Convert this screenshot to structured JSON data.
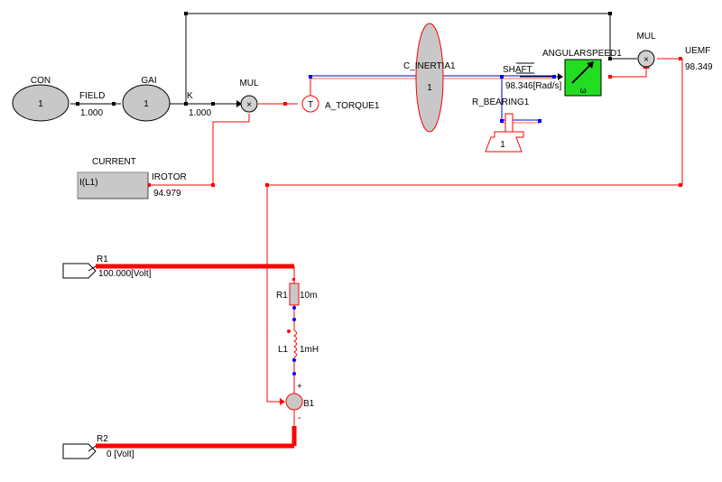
{
  "colors": {
    "wire_signal": "#000000",
    "wire_electric": "#ff0000",
    "wire_mech": "#0000cc",
    "block_fill": "#c8c8c8",
    "sensor_fill": "#22dd22",
    "port_blue": "#0000ff"
  },
  "blocks": {
    "con": {
      "title": "CON",
      "value": "1"
    },
    "gai": {
      "title": "GAI",
      "value": "1"
    },
    "mul1": {
      "title": "MUL",
      "symbol": "×"
    },
    "mul2": {
      "title": "MUL",
      "symbol": "×"
    },
    "field": {
      "label": "FIELD",
      "value": "1.000"
    },
    "k": {
      "label": "K",
      "value": "1.000"
    },
    "torque": {
      "label": "A_TORQUE1",
      "symbol": "T"
    },
    "inertia": {
      "label": "C_INERTIA1",
      "value": "1"
    },
    "shaft": {
      "label": "SHAFT",
      "value": "98.346[Rad/s]"
    },
    "bearing": {
      "label": "R_BEARING1",
      "value": "1"
    },
    "angspeed": {
      "label": "ANGULARSPEED1",
      "symbol": "ω"
    },
    "uemf": {
      "label": "UEMF",
      "value": "98.349"
    },
    "current": {
      "title": "CURRENT",
      "expr": "I(L1)"
    },
    "irotor": {
      "label": "IROTOR",
      "value": "94.979"
    }
  },
  "circuit": {
    "r1_port": {
      "label": "R1",
      "value": "100.000[Volt]"
    },
    "r2_port": {
      "label": "R2",
      "value": "0  [Volt]"
    },
    "resistor": {
      "label": "R1",
      "value": "10m"
    },
    "inductor": {
      "label": "L1",
      "value": "1mH"
    },
    "source": {
      "label": "B1",
      "plus": "+",
      "minus": "-"
    }
  }
}
